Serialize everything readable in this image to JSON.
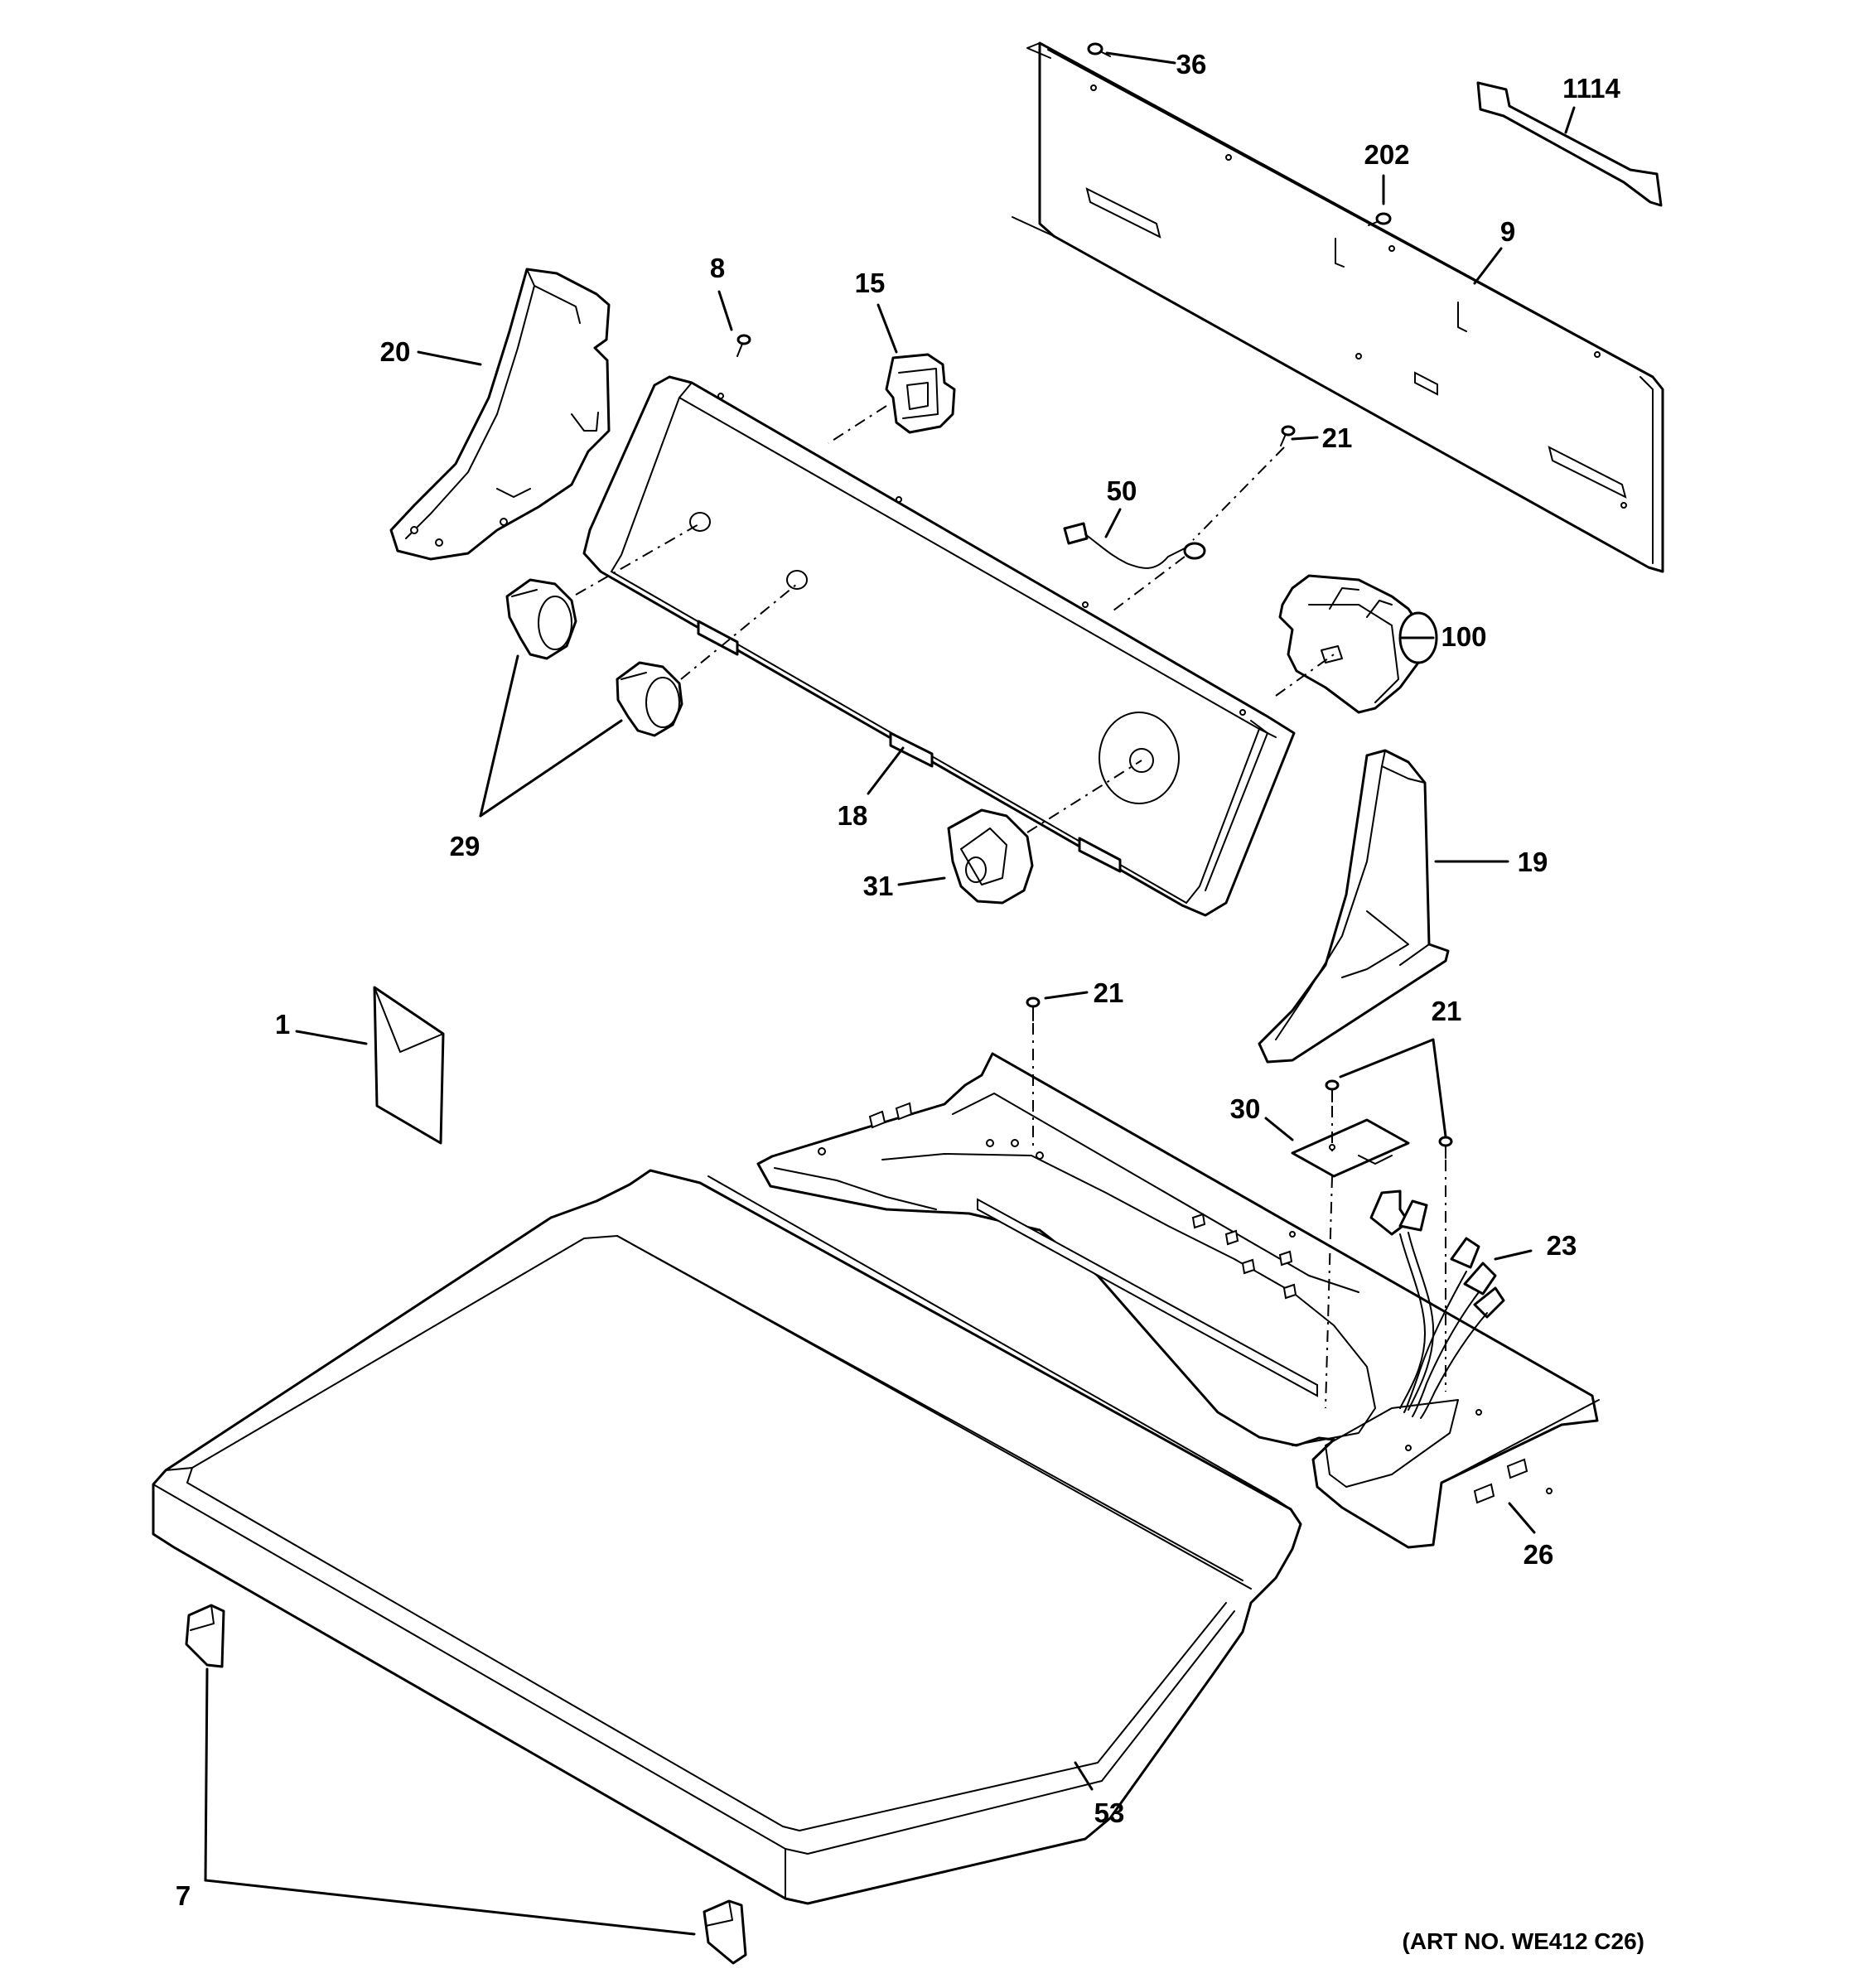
{
  "art_number": "(ART NO. WE412 C26)",
  "callouts": [
    {
      "label": "36"
    },
    {
      "label": "1114"
    },
    {
      "label": "202"
    },
    {
      "label": "9"
    },
    {
      "label": "8"
    },
    {
      "label": "15"
    },
    {
      "label": "20"
    },
    {
      "label": "21"
    },
    {
      "label": "50"
    },
    {
      "label": "100"
    },
    {
      "label": "29"
    },
    {
      "label": "18"
    },
    {
      "label": "31"
    },
    {
      "label": "19"
    },
    {
      "label": "1"
    },
    {
      "label": "21"
    },
    {
      "label": "21"
    },
    {
      "label": "30"
    },
    {
      "label": "23"
    },
    {
      "label": "26"
    },
    {
      "label": "53"
    },
    {
      "label": "7"
    }
  ]
}
